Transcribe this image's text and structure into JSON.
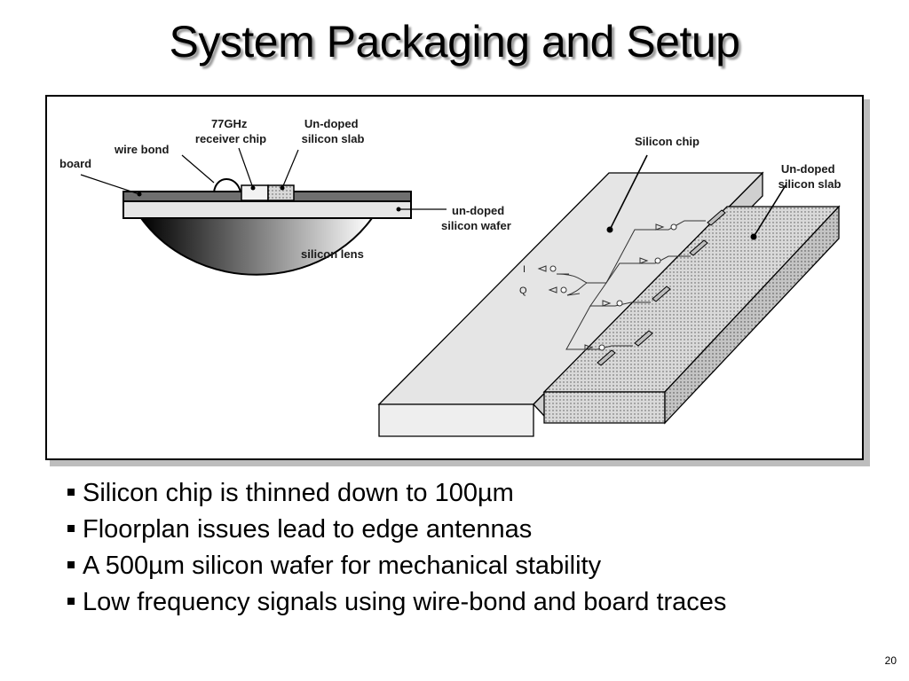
{
  "slide": {
    "title": "System Packaging and Setup",
    "page_number": "20"
  },
  "diagram": {
    "left_labels": {
      "chip": "77GHz\nreceiver chip",
      "undoped_slab": "Un-doped\nsilicon slab",
      "wire_bond": "wire bond",
      "board": "board",
      "undoped_wafer": "un-doped\nsilicon wafer",
      "silicon_lens": "silicon lens"
    },
    "right_labels": {
      "silicon_chip": "Silicon chip",
      "undoped_slab": "Un-doped\nsilicon slab",
      "i_channel": "I",
      "q_channel": "Q"
    }
  },
  "bullets": [
    "Silicon chip is thinned down to 100µm",
    "Floorplan issues lead to edge antennas",
    "A 500µm silicon wafer for mechanical stability",
    "Low frequency signals using wire-bond and board traces"
  ]
}
